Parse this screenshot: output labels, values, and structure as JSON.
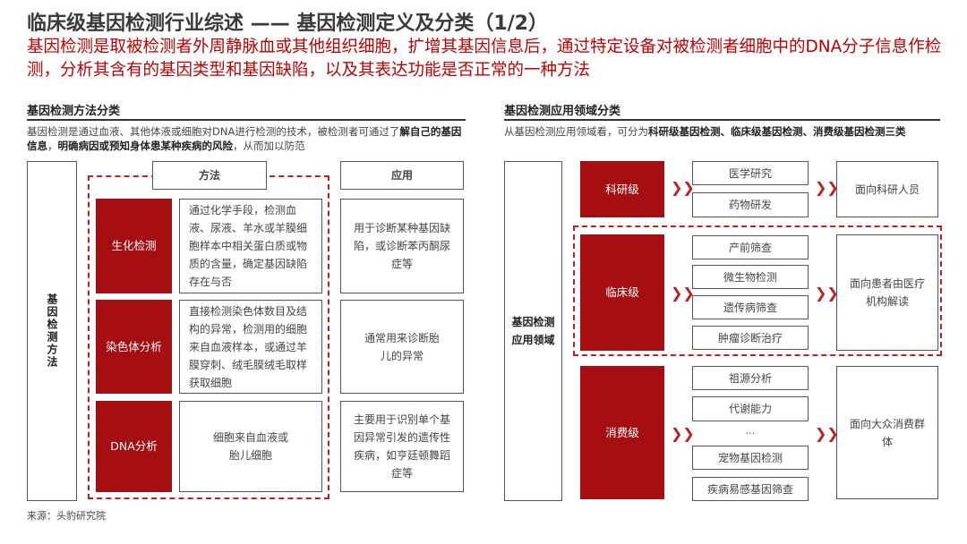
{
  "title": "临床级基因检测行业综述 —— 基因检测定义及分类（1/2）",
  "subtitle": "基因检测是取被检测者外周静脉血或其他组织细胞，扩增其基因信息后，通过特定设备对被检测者细胞中的DNA分子信息作检测，分析其含有的基因类型和基因缺陷，以及其表达功能是否正常的一种方法",
  "left": {
    "heading": "基因检测方法分类",
    "desc_normal": "基因检测是通过血液、其他体液或细胞对DNA进行检测的技术，被检测者可通过了",
    "desc_bold1": "解自己的基因信息",
    "desc_sep": "，",
    "desc_bold2": "明确病因或预知身体患某种疾病的风险",
    "desc_tail": "，从而加以防范",
    "side_label": "基因检测方法",
    "col_method": "方法",
    "col_app": "应用",
    "rows": [
      {
        "name": "生化检测",
        "method": "通过化学手段，检测血液、尿液、羊水或羊膜细胞样本中相关蛋白质或物质的含量，确定基因缺陷存在与否",
        "app": "用于诊断某种基因缺陷，或诊断苯丙酮尿症等"
      },
      {
        "name": "染色体分析",
        "method": "直接检测染色体数目及结构的异常，检测用的细胞来自血液样本，或通过羊膜穿刺、绒毛膜绒毛取样获取细胞",
        "app": "通常用来诊断胎儿的异常"
      },
      {
        "name": "DNA分析",
        "method": "细胞来自血液或胎儿细胞",
        "app": "主要用于识别单个基因异常引发的遗传性疾病，如亨廷顿舞蹈症等"
      }
    ]
  },
  "right": {
    "heading": "基因检测应用领域分类",
    "desc_normal": "从基因检测应用领域看，可分为",
    "desc_bold": "科研级基因检测、临床级基因检测、消费级基因",
    "desc_tail": "检测三类",
    "side_label": "基因检测应用领域",
    "groups": [
      {
        "name": "科研级",
        "items": [
          "医学研究",
          "药物研发"
        ],
        "target": "面向科研人员"
      },
      {
        "name": "临床级",
        "items": [
          "产前筛查",
          "微生物检测",
          "遗传病筛查",
          "肿瘤诊断治疗"
        ],
        "target": "面向患者由医疗机构解读"
      },
      {
        "name": "消费级",
        "items": [
          "祖源分析",
          "代谢能力",
          "...",
          "宠物基因检测",
          "疾病易感基因筛查"
        ],
        "target": "面向大众消费群体"
      }
    ]
  },
  "source": "来源：头豹研究院"
}
